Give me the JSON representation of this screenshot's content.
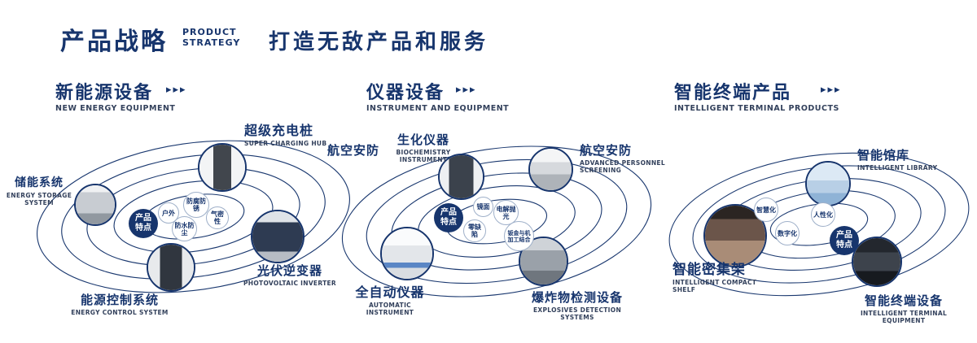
{
  "header": {
    "title": "产品战略",
    "subtitle_line1": "PRODUCT",
    "subtitle_line2": "STRATEGY",
    "tagline": "打造无敌产品和服务"
  },
  "icons": {
    "arrows": "▸▸▸"
  },
  "colors": {
    "navy": "#17356d",
    "bubble_border": "#9fb0c9"
  },
  "sections": [
    {
      "title": "新能源设备",
      "subtitle": "NEW ENERGY EQUIPMENT",
      "badge": "产品特点",
      "products": [
        {
          "name": "储能系统",
          "en": "ENERGY STORAGE SYSTEM"
        },
        {
          "name": "超级充电桩",
          "en": "SUPER CHARGING HUB"
        },
        {
          "name": "光伏逆变器",
          "en": "PHOTOVOLTAIC INVERTER"
        },
        {
          "name": "能源控制系统",
          "en": "ENERGY CONTROL SYSTEM"
        }
      ],
      "features": [
        "户外",
        "防腐防锈",
        "气密性",
        "防水防尘"
      ]
    },
    {
      "title": "仪器设备",
      "subtitle": "INSTRUMENT AND EQUIPMENT",
      "badge": "产品特点",
      "extra_label": "航空安防",
      "products": [
        {
          "name": "生化仪器",
          "en": "BIOCHEMISTRY INSTRUMENT"
        },
        {
          "name": "航空安防",
          "en": "ADVANCED PERSONNEL SCREENING"
        },
        {
          "name": "全自动仪器",
          "en": "AUTOMATIC INSTRUMENT"
        },
        {
          "name": "爆炸物检测设备",
          "en": "EXPLOSIVES DETECTION SYSTEMS"
        }
      ],
      "features": [
        "镜面",
        "电解抛光",
        "零缺陷",
        "钣金与机加工结合"
      ]
    },
    {
      "title": "智能终端产品",
      "subtitle": "INTELLIGENT TERMINAL PRODUCTS",
      "badge": "产品特点",
      "products": [
        {
          "name": "智能馆库",
          "en": "INTELLIGENT LIBRARY"
        },
        {
          "name": "智能密集架",
          "en": "INTELLIGENT COMPACT SHELF"
        },
        {
          "name": "智能终端设备",
          "en": "INTELLIGENT TERMINAL EQUIPMENT"
        }
      ],
      "features": [
        "智慧化",
        "人性化",
        "数字化"
      ]
    }
  ]
}
